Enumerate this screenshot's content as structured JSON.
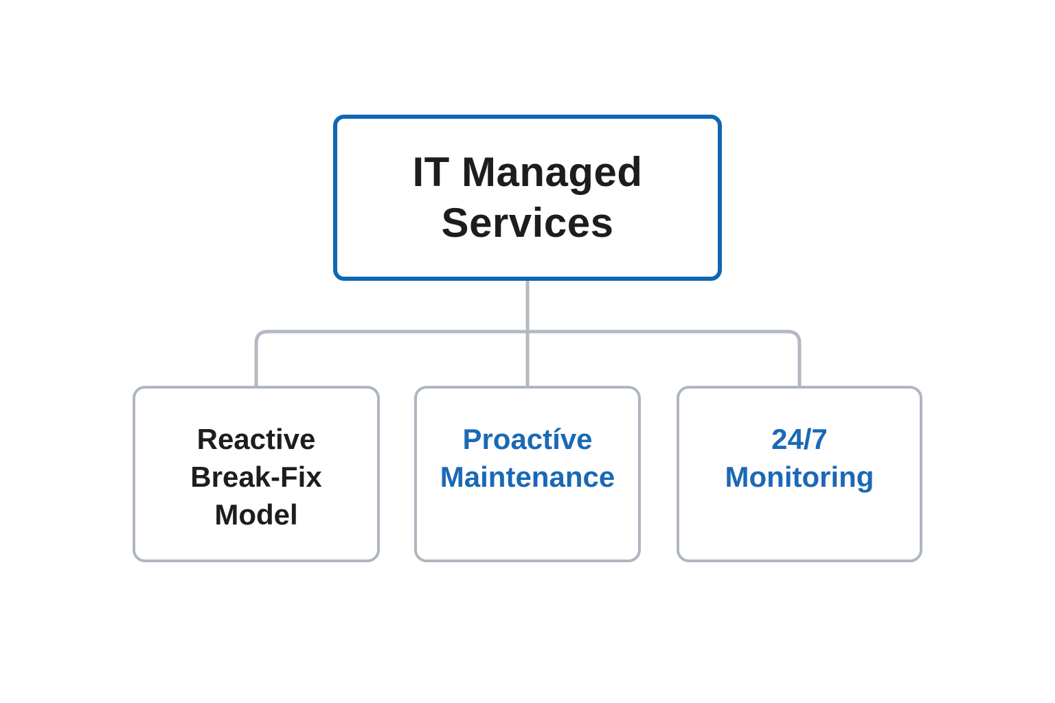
{
  "diagram": {
    "type": "org-chart",
    "root": {
      "label": "IT Managed Services",
      "lines": [
        "IT Managed",
        "Services"
      ],
      "border_color": "#0f66b4",
      "text_color": "#1d1d1f"
    },
    "children": [
      {
        "label": "Reactive Break-Fix Model",
        "lines": [
          "Reactive",
          "Break-Fix",
          "Model"
        ],
        "border_color": "#aeb6c0",
        "text_color": "#1d1d1f"
      },
      {
        "label": "Proactíve Maintenance",
        "lines": [
          "Proactíve",
          "Maintenance"
        ],
        "border_color": "#aeb6c0",
        "text_color": "#1a69b5"
      },
      {
        "label": "24/7 Monitoring",
        "lines": [
          "24/7",
          "Monitoring"
        ],
        "border_color": "#aeb6c0",
        "text_color": "#1a69b5"
      }
    ],
    "connector_color": "#b2b9c1",
    "background_color": "#ffffff"
  }
}
